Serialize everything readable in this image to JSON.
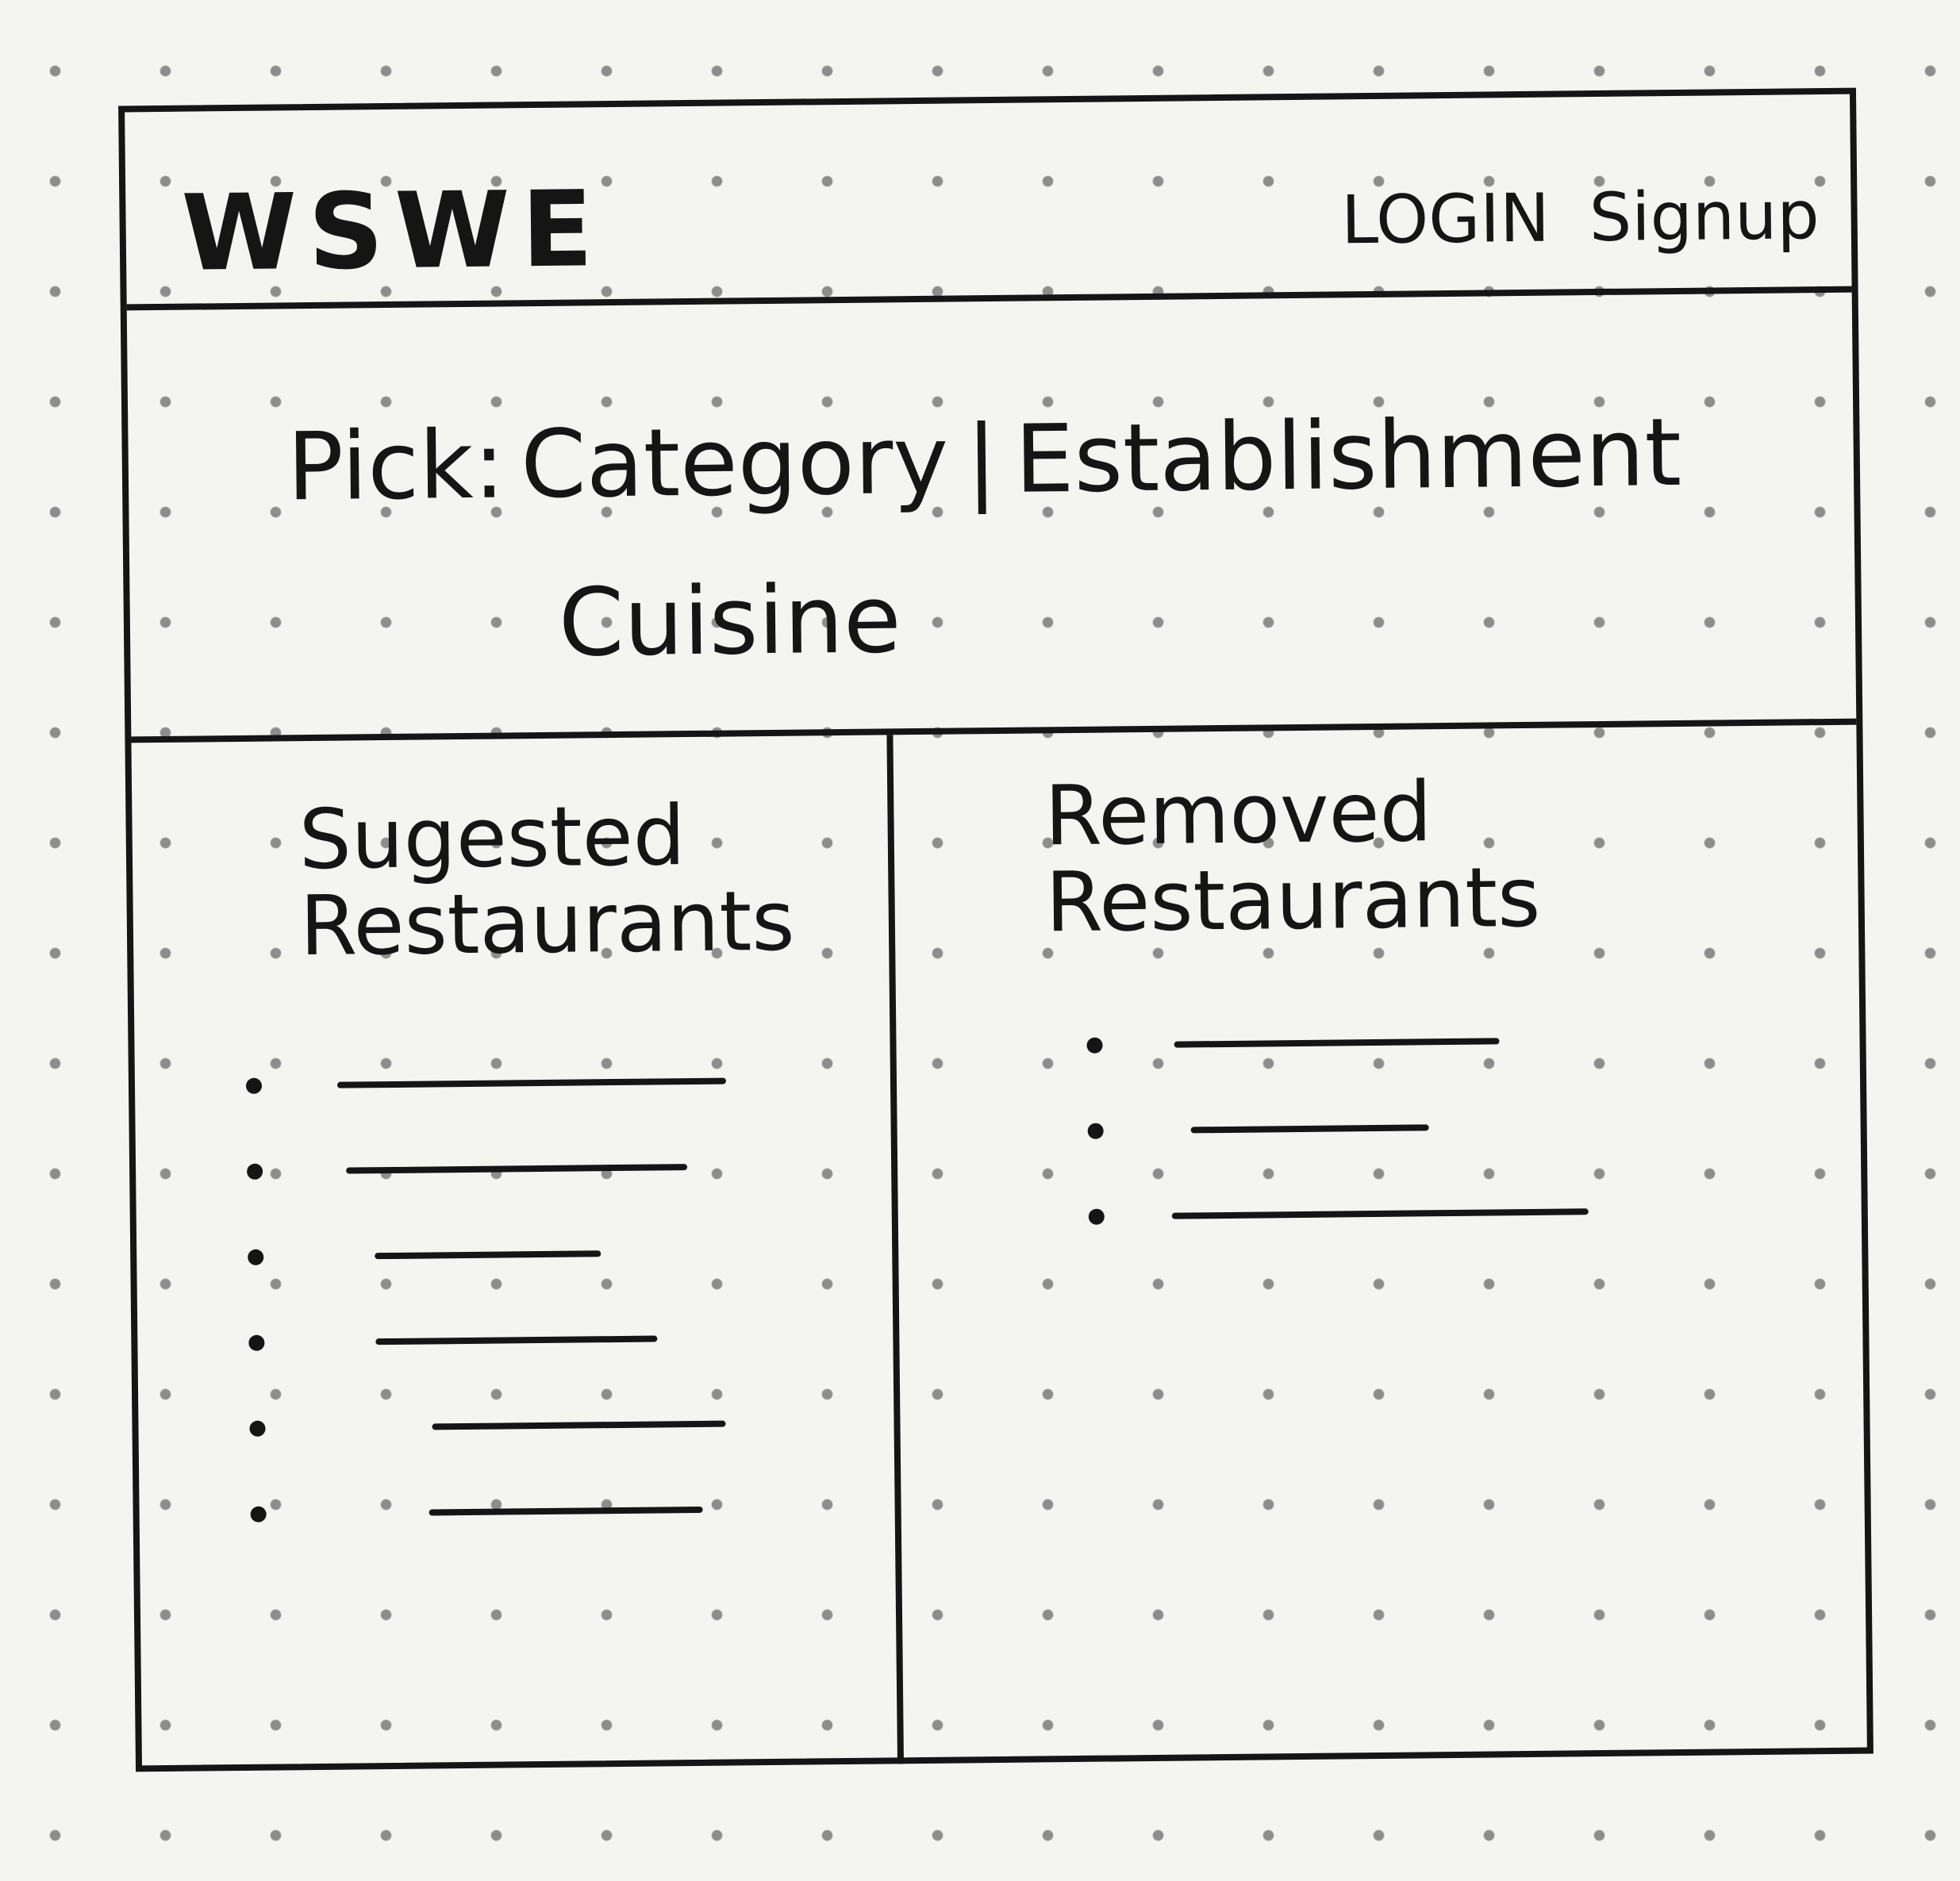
{
  "header": {
    "logo": "WSWE",
    "login_label": "LOGIN",
    "signup_label": "Signup"
  },
  "picker": {
    "label": "Pick:",
    "options": [
      "Category",
      "Establishment",
      "Cuisine"
    ],
    "separator": "|"
  },
  "suggested": {
    "title_line1": "Sugested",
    "title_line2": "Restaurants",
    "item_count": 6
  },
  "removed": {
    "title_line1": "Removed",
    "title_line2": "Restaurants",
    "item_count": 3
  }
}
